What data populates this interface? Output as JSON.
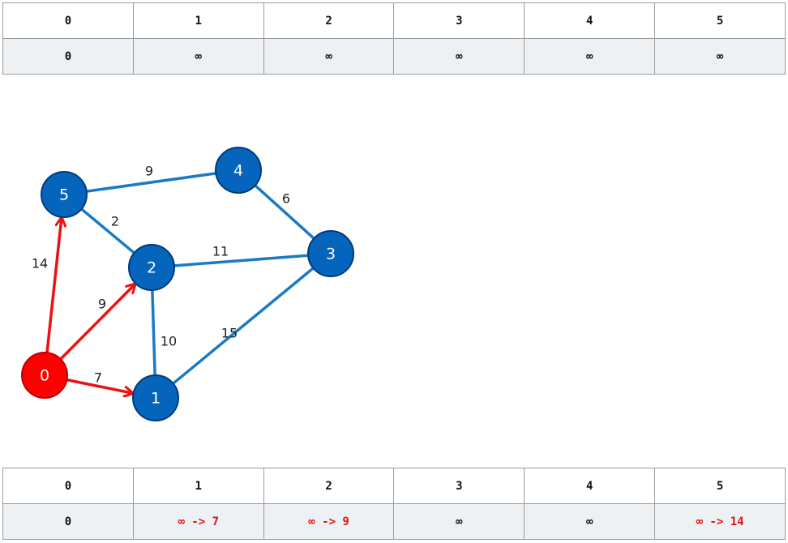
{
  "top_table": {
    "headers": [
      "0",
      "1",
      "2",
      "3",
      "4",
      "5"
    ],
    "values": [
      "0",
      "∞",
      "∞",
      "∞",
      "∞",
      "∞"
    ]
  },
  "bottom_table": {
    "headers": [
      "0",
      "1",
      "2",
      "3",
      "4",
      "5"
    ],
    "values": [
      "0",
      "∞ -> 7",
      "∞ -> 9",
      "∞",
      "∞",
      "∞ -> 14"
    ],
    "updated": [
      false,
      true,
      true,
      false,
      false,
      true
    ]
  },
  "graph": {
    "nodes": [
      {
        "id": "0",
        "label": "0",
        "state": "source"
      },
      {
        "id": "1",
        "label": "1",
        "state": "normal"
      },
      {
        "id": "2",
        "label": "2",
        "state": "normal"
      },
      {
        "id": "3",
        "label": "3",
        "state": "normal"
      },
      {
        "id": "4",
        "label": "4",
        "state": "normal"
      },
      {
        "id": "5",
        "label": "5",
        "state": "normal"
      }
    ],
    "edges": [
      {
        "from": "0",
        "to": "5",
        "weight": "14",
        "relaxed": true
      },
      {
        "from": "0",
        "to": "2",
        "weight": "9",
        "relaxed": true
      },
      {
        "from": "0",
        "to": "1",
        "weight": "7",
        "relaxed": true
      },
      {
        "from": "5",
        "to": "4",
        "weight": "9",
        "relaxed": false
      },
      {
        "from": "5",
        "to": "2",
        "weight": "2",
        "relaxed": false
      },
      {
        "from": "4",
        "to": "3",
        "weight": "6",
        "relaxed": false
      },
      {
        "from": "2",
        "to": "3",
        "weight": "11",
        "relaxed": false
      },
      {
        "from": "2",
        "to": "1",
        "weight": "10",
        "relaxed": false
      },
      {
        "from": "1",
        "to": "3",
        "weight": "15",
        "relaxed": false
      }
    ],
    "colors": {
      "node_fill": "#0565bd",
      "node_stroke": "#003a7a",
      "source_fill": "#ff0000",
      "source_stroke": "#c00000",
      "edge": "#1a7ac4",
      "relaxed_edge": "#ee1111"
    }
  }
}
